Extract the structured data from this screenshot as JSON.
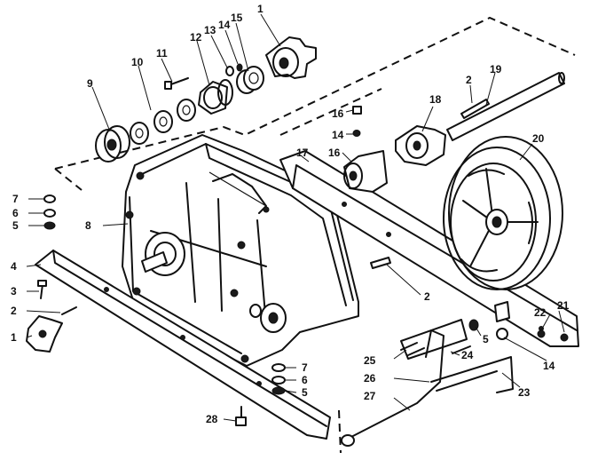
{
  "part_labels": {
    "p1_top": "1",
    "p9": "9",
    "p10": "10",
    "p11": "11",
    "p12": "12",
    "p13": "13",
    "p14_top": "14",
    "p15": "15",
    "p2_top": "2",
    "p19": "19",
    "p16_a": "16",
    "p14_mid": "14",
    "p18": "18",
    "p16_b": "16",
    "p17": "17",
    "p20": "20",
    "p7_left": "7",
    "p6_left": "6",
    "p5_left": "5",
    "p8": "8",
    "p4": "4",
    "p3": "3",
    "p2_left": "2",
    "p1_left": "1",
    "p2_mid": "2",
    "p5_right": "5",
    "p22": "22",
    "p21": "21",
    "p14_right": "14",
    "p25": "25",
    "p24": "24",
    "p23": "23",
    "p26": "26",
    "p27": "27",
    "p7_bottom": "7",
    "p6_bottom": "6",
    "p5_bottom": "5",
    "p28": "28"
  },
  "colors": {
    "ink": "#111111",
    "paper": "#ffffff"
  }
}
